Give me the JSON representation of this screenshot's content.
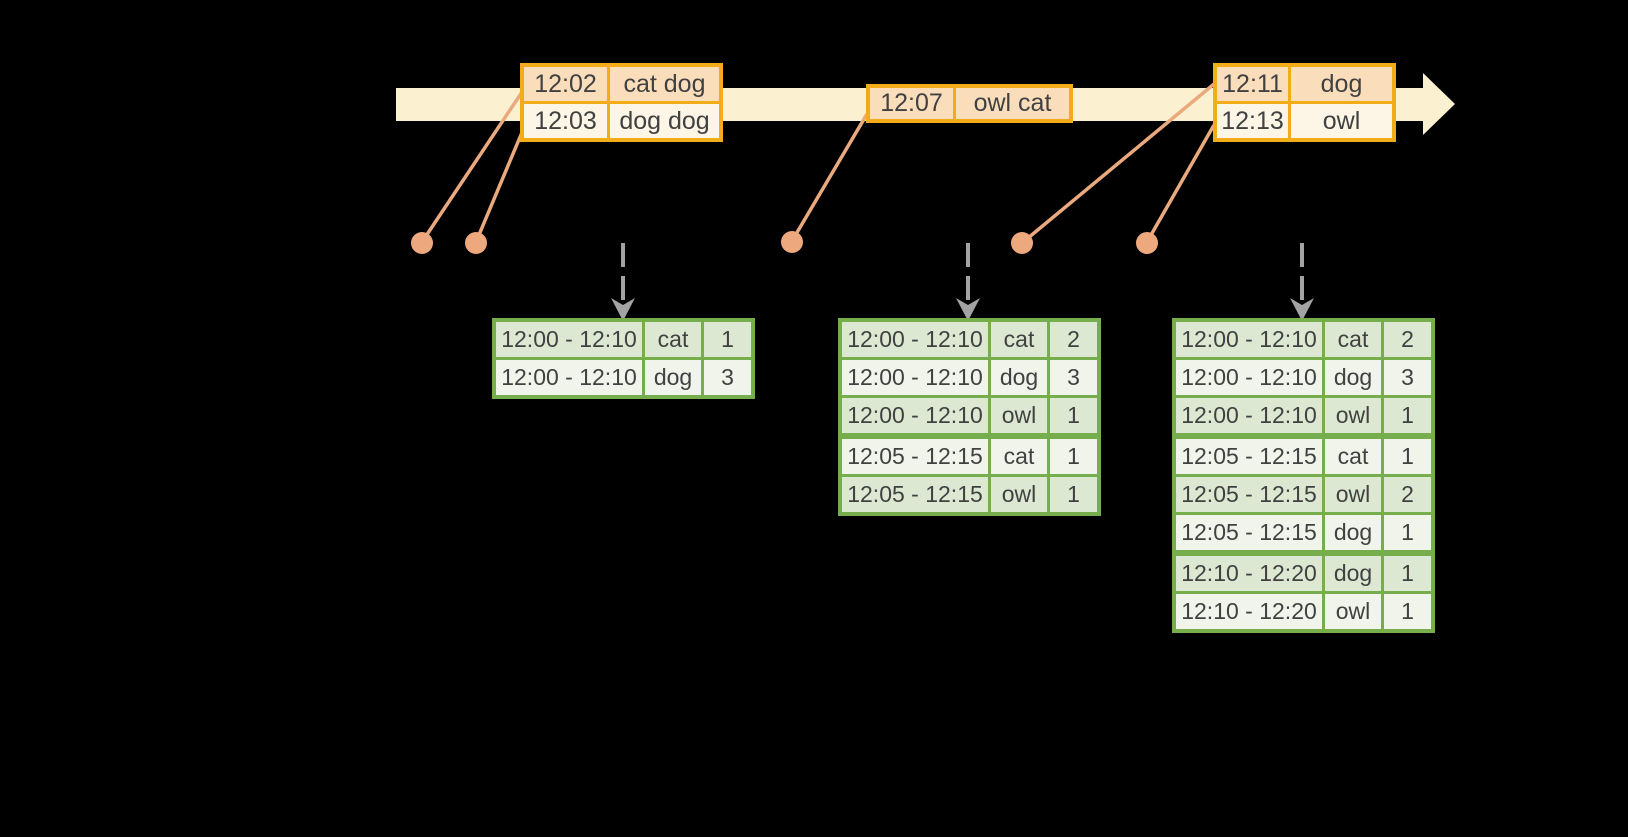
{
  "colors": {
    "background": "#000000",
    "timeline_fill": "#FBF1D0",
    "event_table_border": "#F1AC17",
    "event_row_peach": "#FADEBC",
    "event_row_cream": "#FDF5E6",
    "connector_salmon": "#EBA97E",
    "dot_fill": "#EDA87D",
    "trigger_arrow_gray": "#A3A3A3",
    "result_table_border": "#77AE4D",
    "result_row_green": "#DCE8D2",
    "result_row_light": "#F0F4EB",
    "text": "#414141"
  },
  "event_tables": [
    {
      "name": "event-table-batch-1",
      "rows": [
        {
          "time": "12:02",
          "words": "cat dog"
        },
        {
          "time": "12:03",
          "words": "dog dog"
        }
      ]
    },
    {
      "name": "event-table-batch-2",
      "rows": [
        {
          "time": "12:07",
          "words": "owl cat"
        }
      ]
    },
    {
      "name": "event-table-batch-3",
      "rows": [
        {
          "time": "12:11",
          "words": "dog"
        },
        {
          "time": "12:13",
          "words": "owl"
        }
      ]
    }
  ],
  "result_tables": [
    {
      "name": "result-table-trigger-1",
      "rows": [
        {
          "window": "12:00 - 12:10",
          "word": "cat",
          "count": "1"
        },
        {
          "window": "12:00 - 12:10",
          "word": "dog",
          "count": "3"
        }
      ],
      "group_breaks": []
    },
    {
      "name": "result-table-trigger-2",
      "rows": [
        {
          "window": "12:00 - 12:10",
          "word": "cat",
          "count": "2"
        },
        {
          "window": "12:00 - 12:10",
          "word": "dog",
          "count": "3"
        },
        {
          "window": "12:00 - 12:10",
          "word": "owl",
          "count": "1"
        },
        {
          "window": "12:05 - 12:15",
          "word": "cat",
          "count": "1"
        },
        {
          "window": "12:05 - 12:15",
          "word": "owl",
          "count": "1"
        }
      ],
      "group_breaks": [
        3
      ]
    },
    {
      "name": "result-table-trigger-3",
      "rows": [
        {
          "window": "12:00 - 12:10",
          "word": "cat",
          "count": "2"
        },
        {
          "window": "12:00 - 12:10",
          "word": "dog",
          "count": "3"
        },
        {
          "window": "12:00 - 12:10",
          "word": "owl",
          "count": "1"
        },
        {
          "window": "12:05 - 12:15",
          "word": "cat",
          "count": "1"
        },
        {
          "window": "12:05 - 12:15",
          "word": "owl",
          "count": "2"
        },
        {
          "window": "12:05 - 12:15",
          "word": "dog",
          "count": "1"
        },
        {
          "window": "12:10 - 12:20",
          "word": "dog",
          "count": "1"
        },
        {
          "window": "12:10 - 12:20",
          "word": "owl",
          "count": "1"
        }
      ],
      "group_breaks": [
        3,
        6
      ]
    }
  ]
}
